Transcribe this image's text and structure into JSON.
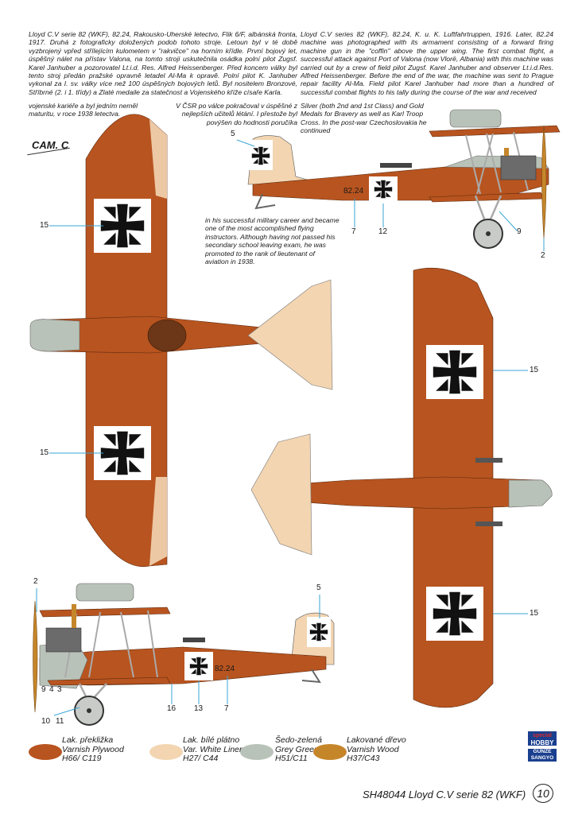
{
  "text": {
    "cz_main": "Lloyd C.V serie 82 (WKF), 82.24, Rakousko-Uherské letectvo, Flik 6/F, albánská fronta, 1917. Druhá z fotograficky doložených podob tohoto stroje. Letoun byl v té době vyzbrojený vpřed střílejícím kulometem v \"rakvičce\" na horním křídle. První bojový let, úspěšný nálet na přístav Valona, na tomto stroji uskutečnila osádka polní pilot Zugsf. Karel Janhuber a pozorovatel Lt.i.d. Res. Alfred Heissenberger. Před koncem války byl tento stroj předán pražské opravně letadel Al-Ma k opravě. Polní pilot K. Janhuber vykonal za I. sv. války více než 100 úspěšných bojových letů. Byl nositelem Bronzové, Stříbrné (2. i 1. třídy) a Zlaté medaile za statečnost a Vojenského kříže císaře Karla.",
    "cz_left": "vojenské kariéře a byl jedním neměl maturitu, v roce 1938 letectva.",
    "cz_right": "V ČSR po válce pokračoval v úspěšné z nejlepších učitelů létání. I přestože byl povýšen do hodnosti poručíka",
    "en_main": "Lloyd C.V series 82 (WKF), 82.24, K. u. K. Luftfahrtruppen, 1916. Later, 82.24 machine was photographed with its armament consisting of a forward firing machine gun in the \"coffin\" above the upper wing. The first combat flight, a successful attack against Port of Valona (now Vlorë, Albania) with this machine was carried out by a crew of field pilot Zugsf. Karel Janhuber and observer Lt.i.d.Res. Alfred Heissenberger. Before the end of the war, the machine was sent to Prague repair facility Al-Ma. Field pilot Karel Janhuber had more than a hundred of successful combat flights to his tally during the course of the war and received",
    "en_cont": "Silver (both 2nd and 1st Class) and Gold Medals for Bravery as well as Karl Troop Cross. In the post-war Czechoslovakia he continued",
    "en_mid": "in his successful military career and became one of the most accomplished flying instructors. Although having not passed his secondary school leaving exam, he was promoted to the rank of lieutenant of aviation in 1938."
  },
  "camo_label": "CAM. C",
  "serial": "82.24",
  "callouts": {
    "c15": "15",
    "c5": "5",
    "c7": "7",
    "c12": "12",
    "c9": "9",
    "c2": "2",
    "c4": "4",
    "c3": "3",
    "c10": "10",
    "c11": "11",
    "c16": "16",
    "c13": "13"
  },
  "legend": [
    {
      "cz": "Lak. překližka",
      "en": "Varnish Plywood",
      "code": "H66/ C119",
      "color": "#b8541f"
    },
    {
      "cz": "Lak. bílé plátno",
      "en": "Var. White Linen",
      "code": "H27/ C44",
      "color": "#f3d5b2"
    },
    {
      "cz": "Šedo-zelená",
      "en": "Grey Green",
      "code": "H51/C11",
      "color": "#b9c2b8"
    },
    {
      "cz": "Lakované dřevo",
      "en": "Varnish Wood",
      "code": "H37/C43",
      "color": "#c5862a"
    }
  ],
  "footer": "SH48044 Lloyd C.V serie 82 (WKF)",
  "page_number": "10",
  "logo_special": "special",
  "logo_hobby": "HOBBY",
  "logo_gunze": "GUNZE SANGYO",
  "colors": {
    "plywood": "#b8541f",
    "linen": "#f3d5b2",
    "grey": "#b9c2b8",
    "wood": "#c5862a"
  }
}
